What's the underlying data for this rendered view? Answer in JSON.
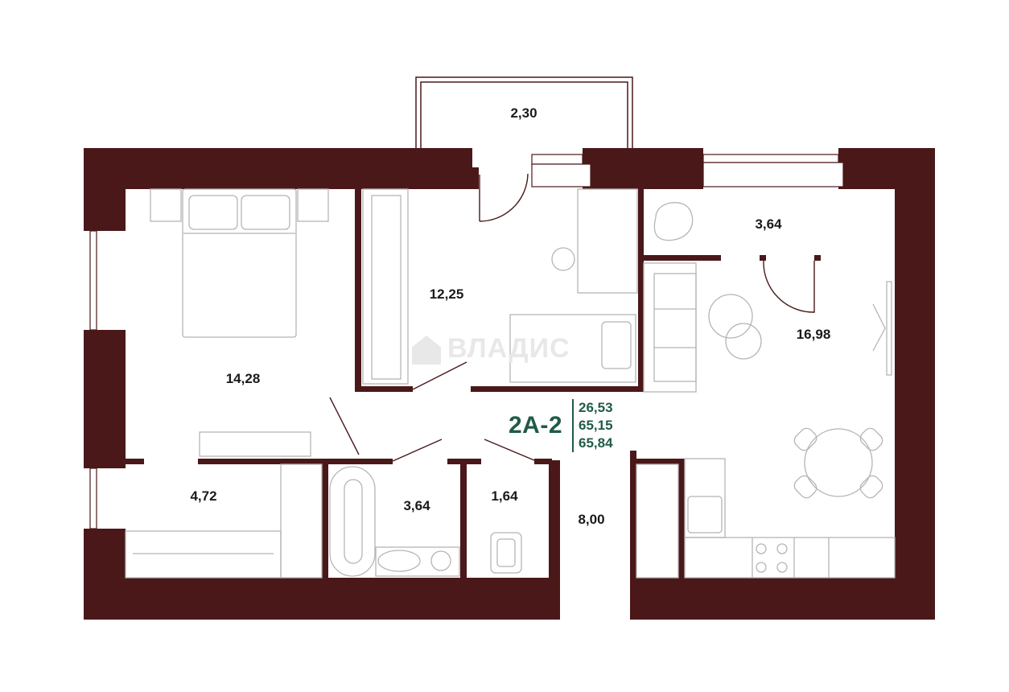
{
  "plan": {
    "code": "2А-2",
    "stats": [
      "26,53",
      "65,15",
      "65,84"
    ],
    "watermark": "ВЛАДИС",
    "colors": {
      "wall": "#4a1818",
      "accent": "#1f5c46",
      "furniture": "#b5b5b5"
    }
  },
  "rooms": {
    "balcony": "2,30",
    "bedroom": "14,28",
    "children_room": "12,25",
    "wardrobe": "3,64",
    "living_kitchen": "16,98",
    "hall_storage": "4,72",
    "bathroom": "3,64",
    "wc": "1,64",
    "corridor": "8,00"
  }
}
